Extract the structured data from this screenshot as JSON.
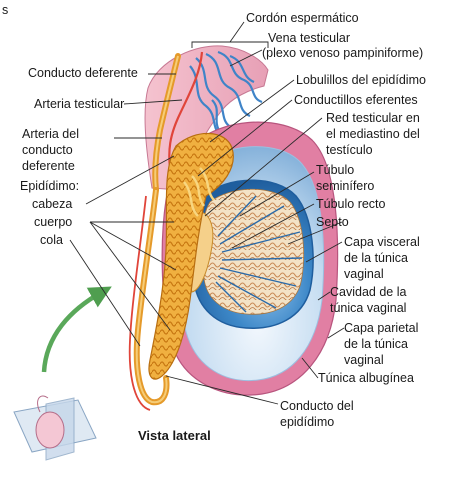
{
  "figure": {
    "caption": "Vista lateral",
    "corner_glyph": "s",
    "labels": {
      "cordon_espermatico": "Cordón espermático",
      "vena_testicular": "Vena testicular",
      "plexo_venoso": "(plexo venoso pampiniforme)",
      "conducto_deferente": "Conducto deferente",
      "lobulillos": "Lobulillos del epidídimo",
      "arteria_testicular": "Arteria testicular",
      "conductillos": "Conductillos eferentes",
      "arteria_conducto_1": "Arteria del",
      "arteria_conducto_2": "conducto",
      "arteria_conducto_3": "deferente",
      "red_testicular_1": "Red testicular en",
      "red_testicular_2": "el mediastino del",
      "red_testicular_3": "testículo",
      "epididimo": "Epidídimo:",
      "cabeza": "cabeza",
      "cuerpo": "cuerpo",
      "cola": "cola",
      "tubulo_seminifero_1": "Túbulo",
      "tubulo_seminifero_2": "seminífero",
      "tubulo_recto": "Túbulo recto",
      "septo": "Septo",
      "capa_visceral_1": "Capa visceral",
      "capa_visceral_2": "de la túnica",
      "capa_visceral_3": "vaginal",
      "cavidad_1": "Cavidad de la",
      "cavidad_2": "túnica vaginal",
      "capa_parietal_1": "Capa parietal",
      "capa_parietal_2": "de la túnica",
      "capa_parietal_3": "vaginal",
      "tunica_albuginea": "Túnica albugínea",
      "conducto_epididimo_1": "Conducto del",
      "conducto_epididimo_2": "epidídimo"
    },
    "colors": {
      "vein": "#4a8fd0",
      "artery": "#e0453a",
      "epididymis": "#e8a030",
      "tunica_pink": "#d9779a",
      "cavity_blue": "#a9cdea",
      "testis_blue": "#3d88c8",
      "tubule": "#d8a070",
      "arrow_green": "#5aa85a"
    }
  }
}
